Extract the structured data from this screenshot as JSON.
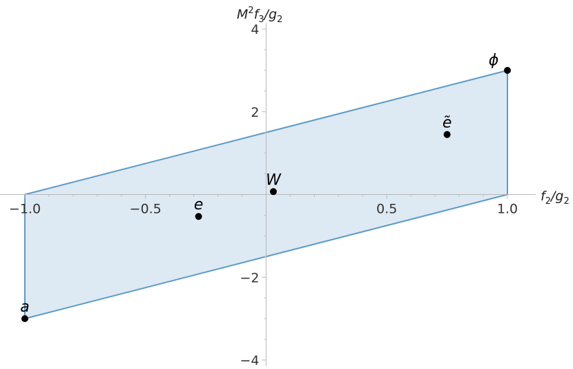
{
  "chart_data": {
    "type": "area",
    "xlabel": {
      "prefix": "f",
      "sub1": "2",
      "mid": "/g",
      "sub2": "2"
    },
    "ylabel": {
      "prefix": "M",
      "sup": "2",
      "mid1": "f",
      "sub1": "3",
      "mid2": "/g",
      "sub2": "2"
    },
    "xlim": [
      -1.0,
      1.0
    ],
    "ylim": [
      -4,
      4
    ],
    "x_ticks": [
      -1.0,
      -0.5,
      0.5,
      1.0
    ],
    "x_tick_labels": [
      "−1.0",
      "−0.5",
      "0.5",
      "1.0"
    ],
    "y_ticks": [
      -4,
      -2,
      2,
      4
    ],
    "y_tick_labels": [
      "−4",
      "−2",
      "2",
      "4"
    ],
    "region": {
      "vertices": [
        {
          "x": -1.0,
          "y": 0.0
        },
        {
          "x": 1.0,
          "y": 3.0
        },
        {
          "x": 1.0,
          "y": 0.0
        },
        {
          "x": -1.0,
          "y": -3.0
        }
      ],
      "fill": "#dde9f3",
      "stroke": "#5b9bc8"
    },
    "points": [
      {
        "label": "a",
        "x": -1.0,
        "y": -3.0,
        "label_pos": "above"
      },
      {
        "label": "e",
        "x": -0.28,
        "y": -0.53,
        "label_pos": "above"
      },
      {
        "label": "W",
        "x": 0.03,
        "y": 0.07,
        "label_pos": "above"
      },
      {
        "label": "ẽ",
        "x": 0.75,
        "y": 1.45,
        "label_pos": "above"
      },
      {
        "label": "ϕ",
        "x": 1.0,
        "y": 3.0,
        "label_pos": "above-left"
      }
    ],
    "point_color": "#000000",
    "grid": false,
    "legend": "none"
  }
}
